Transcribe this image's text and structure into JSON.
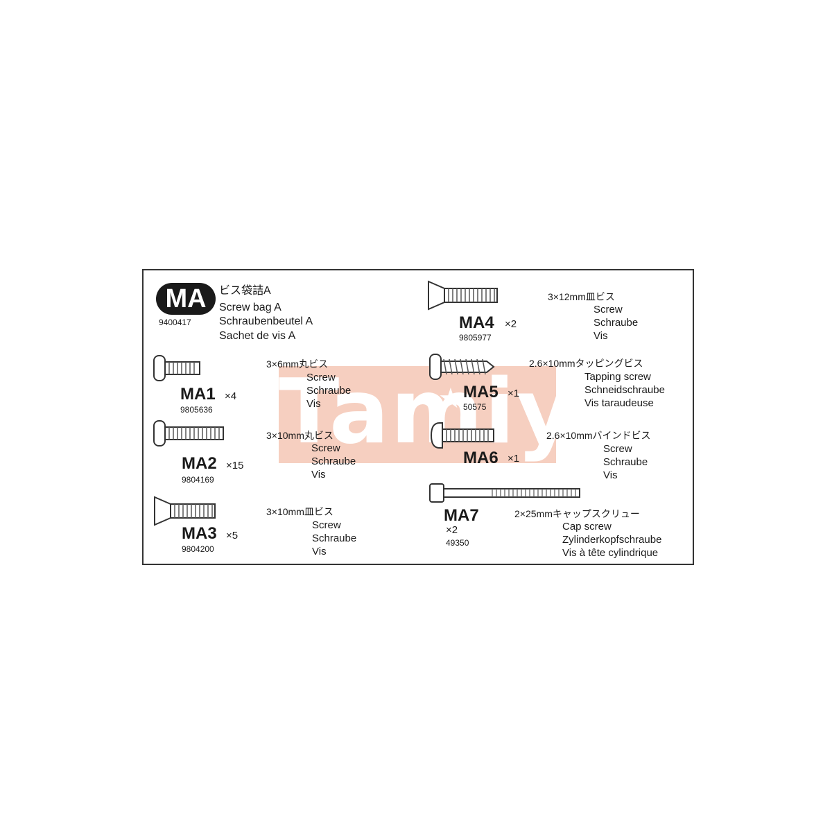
{
  "bag": {
    "badge": "MA",
    "name_jp": "ビス袋詰A",
    "name_en": "Screw bag A",
    "name_de": "Schraubenbeutel A",
    "name_fr": "Sachet de vis A",
    "code": "9400417"
  },
  "watermark": "Tamiya",
  "colors": {
    "watermark": "#eea88c",
    "ink": "#1a1a1a"
  },
  "parts": [
    {
      "id": "MA1",
      "qty": "×4",
      "code": "9805636",
      "size": "3×6mm丸ビス",
      "desc": [
        "Screw",
        "Schraube",
        "Vis"
      ],
      "icon": "pan-head-screw-icon"
    },
    {
      "id": "MA2",
      "qty": "×15",
      "code": "9804169",
      "size": "3×10mm丸ビス",
      "desc": [
        "Screw",
        "Schraube",
        "Vis"
      ],
      "icon": "pan-head-screw-icon"
    },
    {
      "id": "MA3",
      "qty": "×5",
      "code": "9804200",
      "size": "3×10mm皿ビス",
      "desc": [
        "Screw",
        "Schraube",
        "Vis"
      ],
      "icon": "countersunk-screw-icon"
    },
    {
      "id": "MA4",
      "qty": "×2",
      "code": "9805977",
      "size": "3×12mm皿ビス",
      "desc": [
        "Screw",
        "Schraube",
        "Vis"
      ],
      "icon": "countersunk-screw-icon"
    },
    {
      "id": "MA5",
      "qty": "×1",
      "code": "50575",
      "size": "2.6×10mmタッピングビス",
      "desc": [
        "Tapping screw",
        "Schneidschraube",
        "Vis taraudeuse"
      ],
      "icon": "tapping-screw-icon"
    },
    {
      "id": "MA6",
      "qty": "×1",
      "code": "",
      "size": "2.6×10mmバインドビス",
      "desc": [
        "Screw",
        "Schraube",
        "Vis"
      ],
      "icon": "binding-screw-icon"
    },
    {
      "id": "MA7",
      "qty": "×2",
      "code": "49350",
      "size": "2×25mmキャップスクリュー",
      "desc": [
        "Cap screw",
        "Zylinderkopfschraube",
        "Vis à tête cylindrique"
      ],
      "icon": "cap-screw-icon"
    }
  ]
}
